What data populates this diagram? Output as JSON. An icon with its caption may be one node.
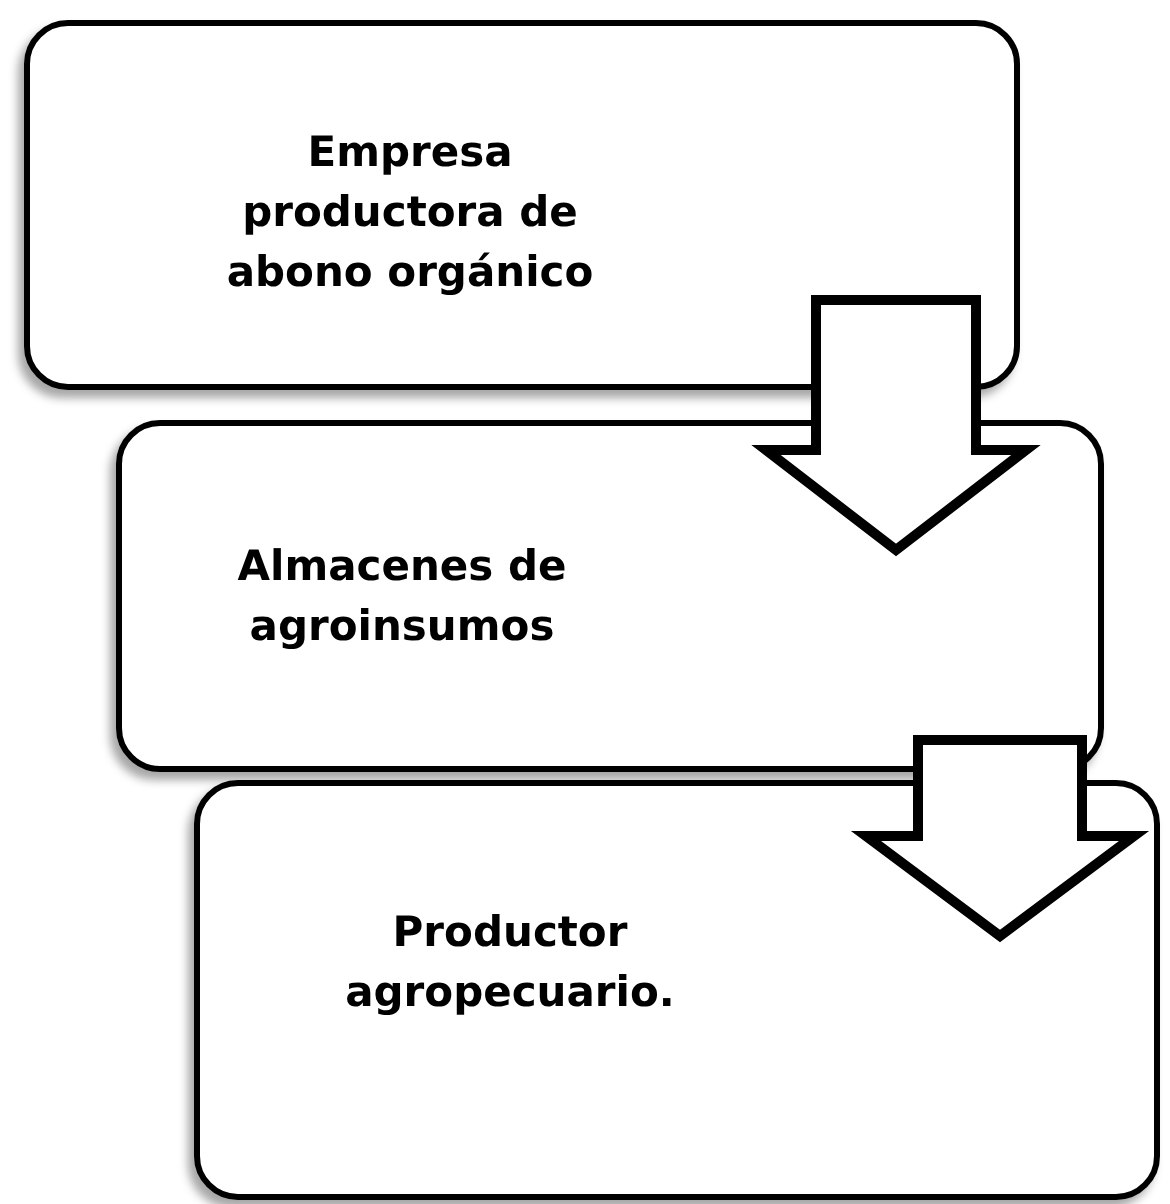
{
  "diagram": {
    "nodes": [
      {
        "text": [
          "Empresa productora de abono orgánico"
        ]
      },
      {
        "text": [
          "Almacenes de agroinsumos"
        ]
      },
      {
        "text": [
          "Productor agropecuario."
        ]
      }
    ],
    "edges": [
      {
        "from": 0,
        "to": 1,
        "arrow": "to"
      },
      {
        "from": 1,
        "to": 2,
        "arrow": "to"
      }
    ]
  }
}
